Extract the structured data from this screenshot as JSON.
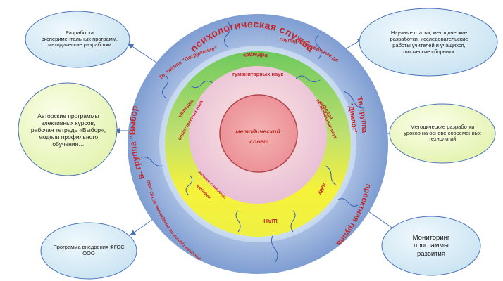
{
  "center": {
    "line1": "методический",
    "line2": "совет"
  },
  "middle_ring_title": "психологическая служба",
  "inner_segments": {
    "humanities_1": "кафедра",
    "humanities_2": "гуманитарных наук",
    "social_1": "кафедра",
    "social_2": "общественных наук",
    "natural_1": "кафедра",
    "natural_2": "естественных наук",
    "school_young_specialist": "ШАП",
    "shmu": "ШМУ",
    "primary_1": "кафедра",
    "primary_2": "начальных классов"
  },
  "outer_segments": {
    "group_immersion": "Тв. группа \"Погружение\"",
    "group_silver": "Тв. группа \"Серебряные дети\"",
    "group_choice": "Тв. группа \"Выбор\"",
    "group_dialog_1": "Тв. группа",
    "group_dialog_2": "\"Диалог\"",
    "group_fgos": "Рабочая группа по внедрению ФГОС ООО",
    "group_project": "проектная группа"
  },
  "bubbles": {
    "top_left": "Разработка экспериментальных программ, методические разработки",
    "left": "Авторские программы элективных курсов, рабочая тетрадь «Выбор», модели профильного обучения…",
    "bottom_left": "Программа внедрения ФГОС ООО",
    "top_right": "Научные статьи, методические разработки, исследовательские работы учителей и учащихся, творческие сборники.",
    "right": "Методические разработки уроков на основе современных технологий",
    "bottom_right": "Мониторинг программы развития"
  },
  "colors": {
    "outer_ring": "#8ea9d8",
    "inner_ring_top": "#7fd06a",
    "inner_ring_bottom": "#f2f03a",
    "middle_ring": "#f4d5de",
    "center_fill": "#ee9aa0",
    "red_text": "#c0282a",
    "bubble_blue": "#d7ecf7",
    "bubble_green": "#edf8c6"
  }
}
